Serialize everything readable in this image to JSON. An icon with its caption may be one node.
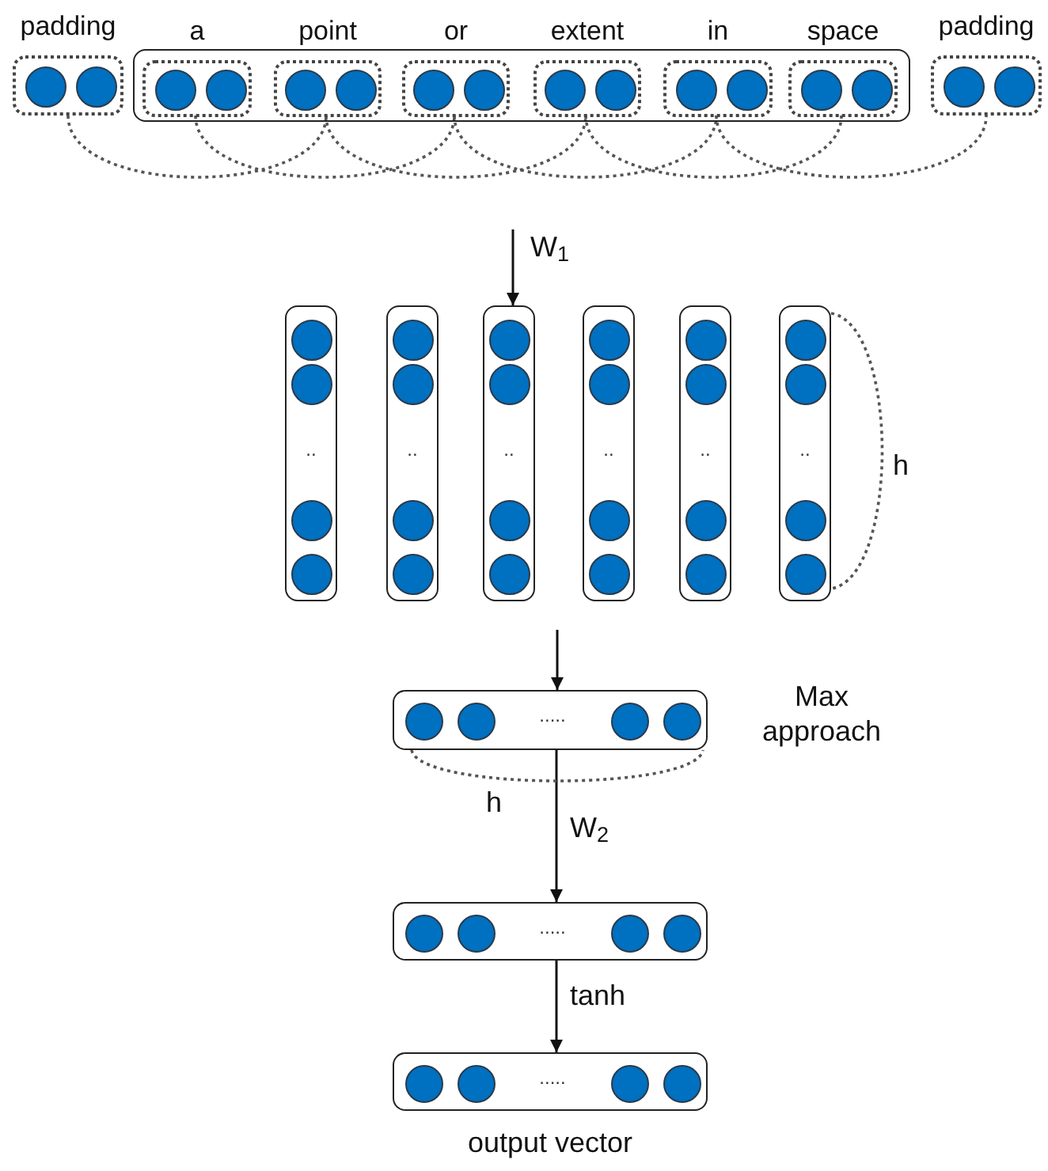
{
  "diagram": {
    "nodes": [
      {
        "text": [
          "padding"
        ]
      },
      {
        "text": [],
        "shape": "box"
      },
      {
        "text": [
          "a"
        ],
        "in": 1
      },
      {
        "text": [
          "point"
        ],
        "in": 1
      },
      {
        "text": [
          "or"
        ],
        "in": 1
      },
      {
        "text": [
          "extent"
        ],
        "in": 1
      },
      {
        "text": [
          "in"
        ],
        "in": 1
      },
      {
        "text": [
          "space"
        ],
        "in": 1
      },
      {
        "text": [
          "padding"
        ]
      },
      {
        "text": [
          ".."
        ]
      },
      {
        "text": [
          ".."
        ]
      },
      {
        "text": [
          ".."
        ]
      },
      {
        "text": [
          ".."
        ]
      },
      {
        "text": [
          ".."
        ]
      },
      {
        "text": [
          ".."
        ]
      },
      {
        "text": [
          "....."
        ],
        "beside": [
          "Max approach"
        ]
      },
      {
        "text": [
          "....."
        ]
      },
      {
        "text": [
          "....."
        ],
        "beside": [
          "output vector"
        ]
      }
    ],
    "edges": [
      {
        "from": 0,
        "to": 3,
        "arrow": "none",
        "style": "dashed"
      },
      {
        "from": 2,
        "to": 4,
        "arrow": "none",
        "style": "dashed"
      },
      {
        "from": 3,
        "to": 5,
        "arrow": "none",
        "style": "dashed"
      },
      {
        "from": 4,
        "to": 6,
        "arrow": "none",
        "style": "dashed"
      },
      {
        "from": 5,
        "to": 7,
        "arrow": "none",
        "style": "dashed"
      },
      {
        "from": 6,
        "to": 8,
        "arrow": "none",
        "style": "dashed"
      },
      {
        "from": null,
        "to": 11,
        "arrow": "to",
        "label": "W$_{1}$"
      },
      {
        "from": null,
        "to": 15,
        "arrow": "to"
      },
      {
        "from": 15,
        "to": 16,
        "arrow": "to",
        "label": "W$_{2}$"
      },
      {
        "from": 16,
        "to": 17,
        "arrow": "to",
        "label": "tanh"
      }
    ],
    "labels": [
      "h",
      "h"
    ]
  }
}
